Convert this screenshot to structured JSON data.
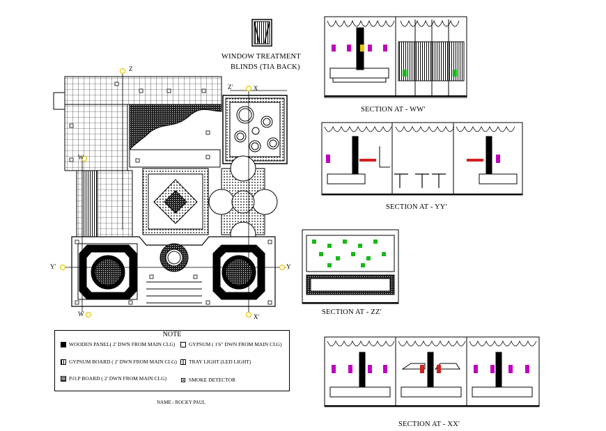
{
  "window_treatment": {
    "line1": "WINDOW TREATMENT",
    "line2": "BLINDS (TIA BACK)"
  },
  "sections": {
    "ww": "SECTION AT - WW'",
    "yy": "SECTION AT - YY'",
    "zz": "SECTION AT - ZZ'",
    "xx": "SECTION AT - XX'"
  },
  "axes": {
    "z_top": "Z",
    "z_prime": "Z'",
    "x_top": "X",
    "x_prime": "X'",
    "w_top": "W",
    "w_bottom": "W",
    "y_left": "Y'",
    "y_right": "Y"
  },
  "note": {
    "title": "NOTE",
    "items": [
      "WOODEN PANEL( 2' DWN FROM MAIN CLG)",
      "GYPSUM  ( 1'6\" DWN FROM MAIN CLG)",
      "GYPSUM BOARD ( 2' DWN FROM MAIN CLG)",
      "TRAY LIGHT (LED LIGHT)",
      "P.O.P BOARD ( 2' DWN FROM MAIN CLG)",
      "SMOKE DETECTOR"
    ]
  },
  "author": "NAME - ROCKY PAUL",
  "colors": {
    "line": "#000000",
    "accent_magenta": "#c000c0",
    "accent_green": "#18b818",
    "accent_red": "#d02020",
    "accent_yellow": "#e8c800"
  }
}
